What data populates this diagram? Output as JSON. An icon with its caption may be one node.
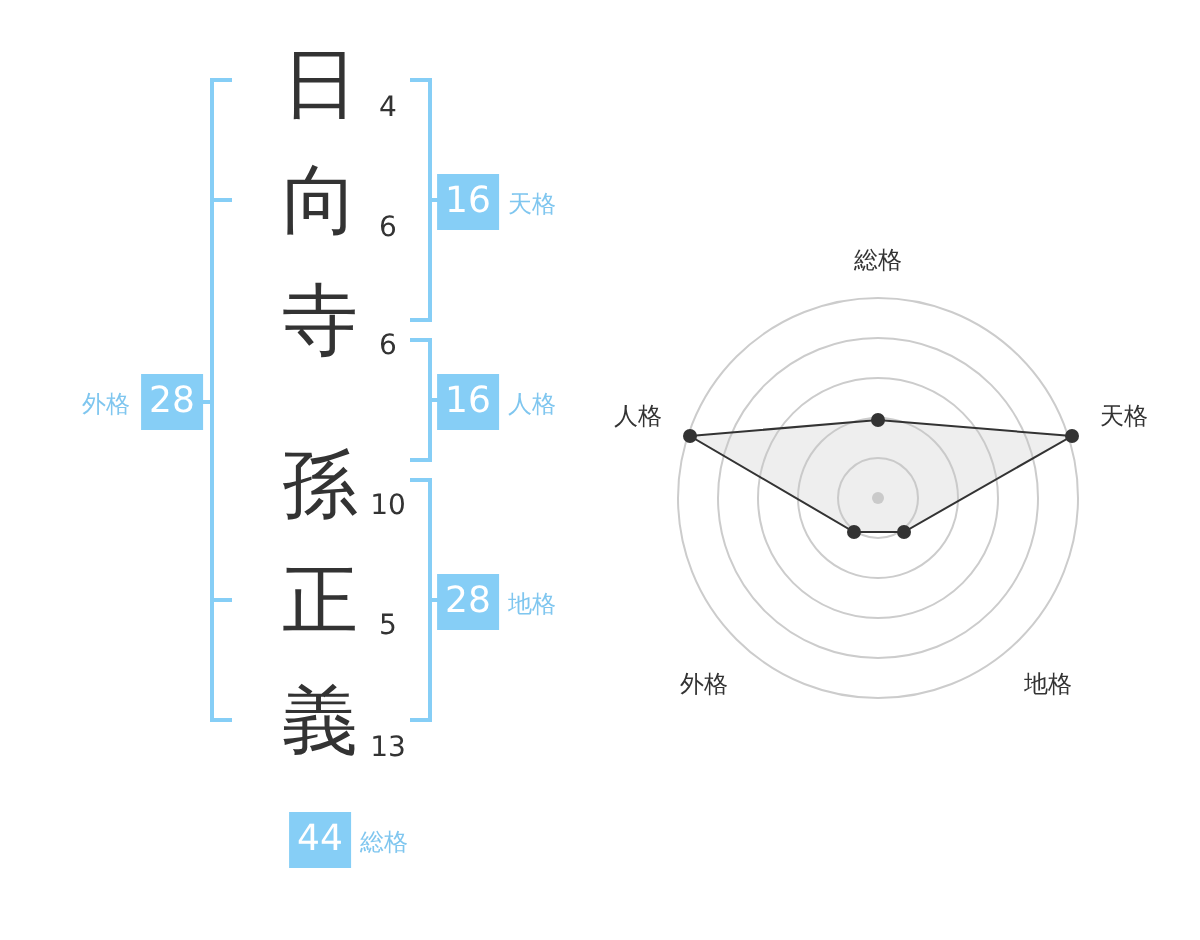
{
  "diagram": {
    "labels": [
      "日",
      "4",
      "16",
      "天格",
      "向",
      "6",
      "寺",
      "6",
      "外格",
      "28",
      "16",
      "人格",
      "孫",
      "10",
      "28",
      "地格",
      "正",
      "5",
      "義",
      "13",
      "44",
      "総格",
      "総格",
      "人格",
      "天格",
      "外格",
      "地格"
    ]
  }
}
